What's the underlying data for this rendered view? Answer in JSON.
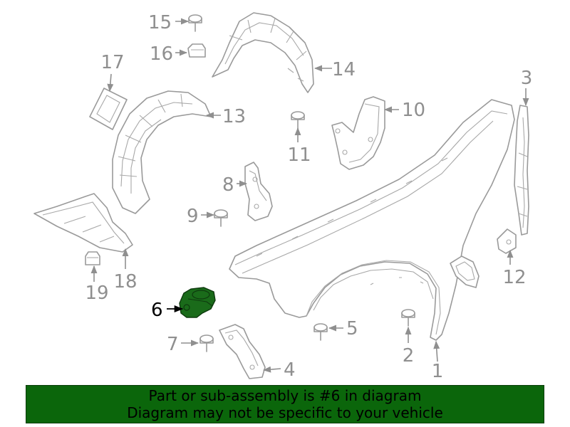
{
  "colors": {
    "highlight_fill": "#1a6b1a",
    "banner_background": "#0b660b",
    "line_gray": "#9a9a9a",
    "label_gray": "#8f8f8f",
    "highlight_label": "#000000"
  },
  "highlighted_part": "6",
  "callouts": [
    "1",
    "2",
    "3",
    "4",
    "5",
    "6",
    "7",
    "8",
    "9",
    "10",
    "11",
    "12",
    "13",
    "14",
    "15",
    "16",
    "17",
    "18",
    "19"
  ],
  "banner": {
    "line1": "Part or sub-assembly is #6 in diagram",
    "line2": "Diagram may not be specific to your vehicle"
  }
}
